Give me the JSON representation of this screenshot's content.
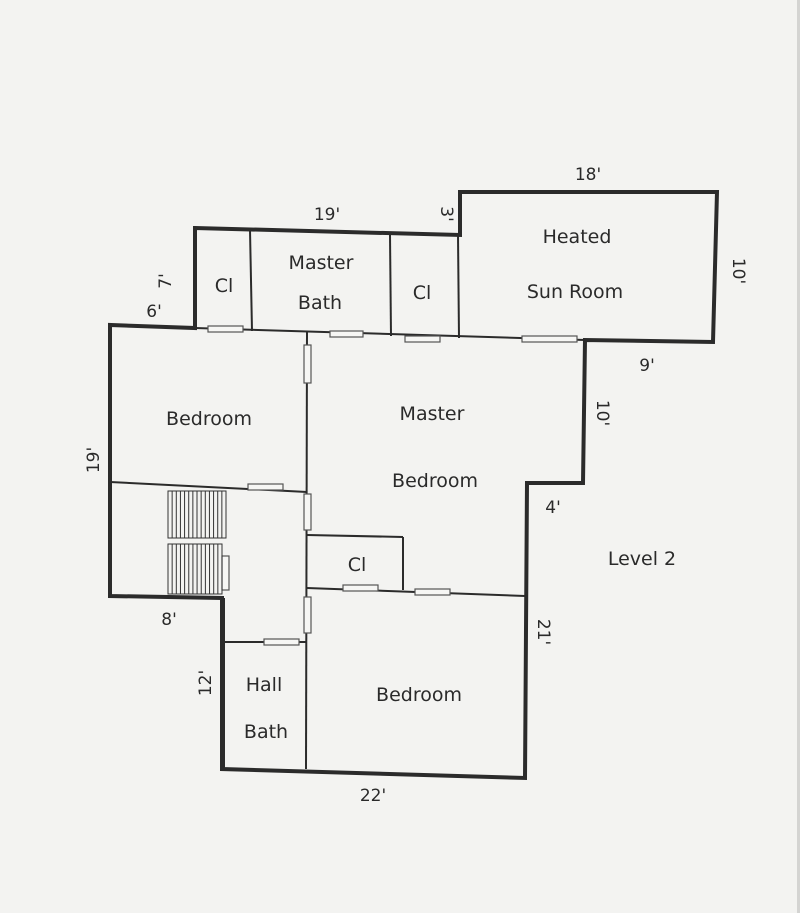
{
  "rooms": {
    "heated": "Heated",
    "sun_room": "Sun Room",
    "master_bath_1": "Master",
    "master_bath_2": "Bath",
    "closet_left": "Cl",
    "closet_right": "Cl",
    "closet_center": "Cl",
    "bedroom_left": "Bedroom",
    "master_bed_1": "Master",
    "master_bed_2": "Bedroom",
    "bedroom_bottom": "Bedroom",
    "hall_bath_1": "Hall",
    "hall_bath_2": "Bath"
  },
  "dimensions": {
    "top_sunroom": "18'",
    "top_main": "19'",
    "step_3": "3'",
    "sunroom_side": "10'",
    "closet_7": "7'",
    "left_6": "6'",
    "step_9": "9'",
    "right_10": "10'",
    "left_19": "19'",
    "step_4": "4'",
    "left_8": "8'",
    "right_21": "21'",
    "left_12": "12'",
    "bottom_22": "22'"
  },
  "level": "Level 2"
}
